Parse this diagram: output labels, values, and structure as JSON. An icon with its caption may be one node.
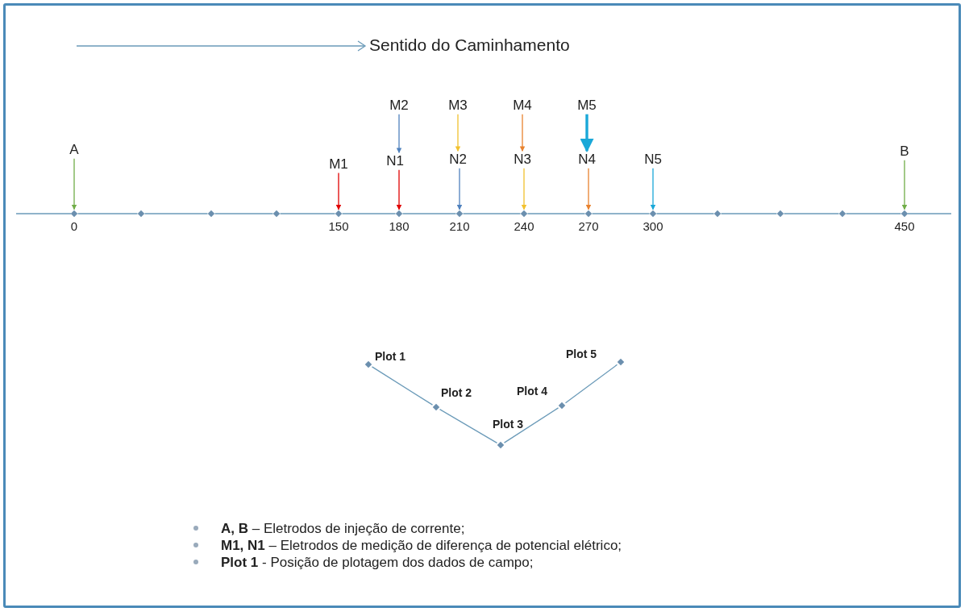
{
  "diagram": {
    "nodes": [
      {
        "text": [
          "M2"
        ]
      },
      {
        "text": [
          "M3"
        ]
      },
      {
        "text": [
          "M4"
        ]
      },
      {
        "text": [
          "M5"
        ]
      },
      {
        "text": [
          "A"
        ]
      },
      {
        "text": [
          "M1"
        ]
      },
      {
        "text": [
          "N1"
        ]
      },
      {
        "text": [
          "N2"
        ]
      },
      {
        "text": [
          "N3"
        ]
      },
      {
        "text": [
          "N4"
        ]
      },
      {
        "text": [
          "N5"
        ]
      },
      {
        "text": [
          "B"
        ]
      },
      {
        "text": [],
        "shape": "diamond",
        "beside": [
          "0"
        ]
      },
      {
        "text": [],
        "shape": "diamond"
      },
      {
        "text": [],
        "shape": "diamond"
      },
      {
        "text": [],
        "shape": "diamond"
      },
      {
        "text": [],
        "shape": "diamond",
        "beside": [
          "150"
        ]
      },
      {
        "text": [],
        "shape": "diamond",
        "beside": [
          "180"
        ]
      },
      {
        "text": [],
        "shape": "diamond",
        "beside": [
          "210"
        ]
      },
      {
        "text": [],
        "shape": "diamond",
        "beside": [
          "240"
        ]
      },
      {
        "text": [],
        "shape": "diamond",
        "beside": [
          "270"
        ]
      },
      {
        "text": [],
        "shape": "diamond",
        "beside": [
          "300"
        ]
      },
      {
        "text": [],
        "shape": "diamond"
      },
      {
        "text": [],
        "shape": "diamond"
      },
      {
        "text": [],
        "shape": "diamond"
      },
      {
        "text": [],
        "shape": "diamond",
        "beside": [
          "450"
        ]
      },
      {
        "text": [],
        "shape": "diamond",
        "beside": [
          "Plot 1"
        ]
      },
      {
        "text": [],
        "shape": "diamond",
        "beside": [
          "Plot 2"
        ]
      },
      {
        "text": [],
        "shape": "diamond",
        "beside": [
          "Plot 3"
        ]
      },
      {
        "text": [],
        "shape": "diamond",
        "beside": [
          "Plot 4"
        ]
      },
      {
        "text": [],
        "shape": "diamond",
        "beside": [
          "Plot 5"
        ]
      }
    ],
    "edges": [
      {
        "from": 4,
        "to": 12,
        "arrow": "to",
        "color": "#70ad47"
      },
      {
        "from": 5,
        "to": 16,
        "arrow": "to",
        "color": "#e00000"
      },
      {
        "from": 0,
        "to": 6,
        "arrow": "to",
        "color": "#4f81bd"
      },
      {
        "from": 6,
        "to": 17,
        "arrow": "to",
        "color": "#e00000"
      },
      {
        "from": 1,
        "to": 7,
        "arrow": "to",
        "color": "#f2c12e"
      },
      {
        "from": 7,
        "to": 18,
        "arrow": "to",
        "color": "#4f81bd"
      },
      {
        "from": 2,
        "to": 8,
        "arrow": "to",
        "color": "#e8822e"
      },
      {
        "from": 8,
        "to": 19,
        "arrow": "to",
        "color": "#f2c12e"
      },
      {
        "from": 3,
        "to": 9,
        "arrow": "to",
        "color": "#1aa8d8",
        "style": "thick"
      },
      {
        "from": 9,
        "to": 20,
        "arrow": "to",
        "color": "#e8822e"
      },
      {
        "from": 10,
        "to": 21,
        "arrow": "to",
        "color": "#1aa8d8"
      },
      {
        "from": 11,
        "to": 25,
        "arrow": "to",
        "color": "#70ad47"
      },
      {
        "from": 12,
        "to": 13,
        "arrow": "none"
      },
      {
        "from": 13,
        "to": 14,
        "arrow": "none"
      },
      {
        "from": 14,
        "to": 15,
        "arrow": "none"
      },
      {
        "from": 15,
        "to": 16,
        "arrow": "none"
      },
      {
        "from": 16,
        "to": 17,
        "arrow": "none"
      },
      {
        "from": 17,
        "to": 18,
        "arrow": "none"
      },
      {
        "from": 18,
        "to": 19,
        "arrow": "none"
      },
      {
        "from": 19,
        "to": 20,
        "arrow": "none"
      },
      {
        "from": 20,
        "to": 21,
        "arrow": "none"
      },
      {
        "from": 21,
        "to": 22,
        "arrow": "none"
      },
      {
        "from": 22,
        "to": 23,
        "arrow": "none"
      },
      {
        "from": 23,
        "to": 24,
        "arrow": "none"
      },
      {
        "from": 24,
        "to": 25,
        "arrow": "none"
      },
      {
        "from": 26,
        "to": 27,
        "arrow": "none"
      },
      {
        "from": 27,
        "to": 28,
        "arrow": "none"
      },
      {
        "from": 28,
        "to": 29,
        "arrow": "none"
      },
      {
        "from": 29,
        "to": 30,
        "arrow": "none"
      }
    ],
    "labels": [
      "Sentido do Caminhamento",
      "**A, B** – Eletrodos de injeção de corrente;",
      "**M1, N1** – Eletrodos de medição de diferença de potencial elétrico;",
      "**Plot 1** - Posição de plotagem dos  dados de campo;"
    ]
  }
}
